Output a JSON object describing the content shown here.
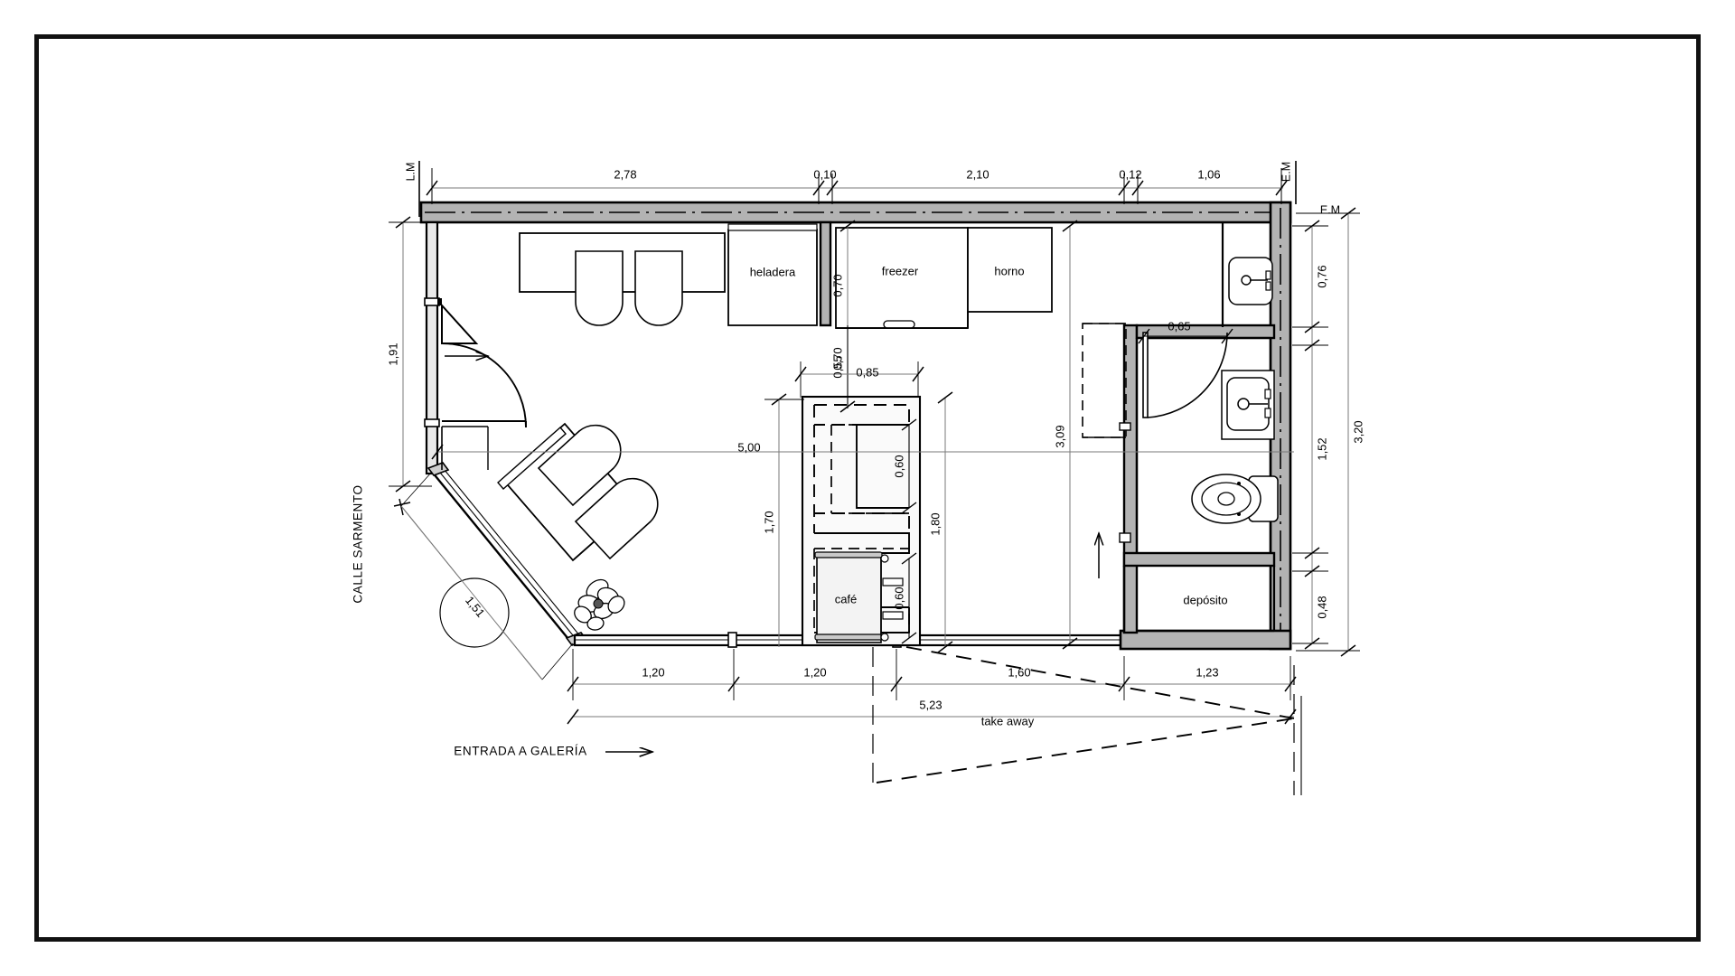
{
  "drawing": {
    "type": "architectural-floor-plan",
    "title": "",
    "street_label": "CALLE SARMENTO",
    "entrance_label": "ENTRADA A GALERÍA",
    "takeaway_label": "take away",
    "line_marks": {
      "left_lm": "L.M",
      "top_right_em": "E.M",
      "right_em": "E.M"
    },
    "rooms": [
      {
        "name": "heladera",
        "label": "heladera"
      },
      {
        "name": "freezer",
        "label": "freezer"
      },
      {
        "name": "horno",
        "label": "horno"
      },
      {
        "name": "cafe",
        "label": "café"
      },
      {
        "name": "deposito",
        "label": "depósito"
      }
    ],
    "dimensions": {
      "top": [
        {
          "name": "top-278",
          "value": "2,78"
        },
        {
          "name": "top-010",
          "value": "0,10"
        },
        {
          "name": "top-210",
          "value": "2,10"
        },
        {
          "name": "top-012",
          "value": "0,12"
        },
        {
          "name": "top-106",
          "value": "1,06"
        }
      ],
      "bottom": [
        {
          "name": "bottom-120-a",
          "value": "1,20"
        },
        {
          "name": "bottom-120-b",
          "value": "1,20"
        },
        {
          "name": "bottom-160",
          "value": "1,60"
        },
        {
          "name": "bottom-123",
          "value": "1,23"
        },
        {
          "name": "bottom-523",
          "value": "5,23"
        }
      ],
      "left": [
        {
          "name": "left-191",
          "value": "1,91"
        },
        {
          "name": "left-151",
          "value": "1,51"
        }
      ],
      "right": [
        {
          "name": "right-076",
          "value": "0,76"
        },
        {
          "name": "right-152",
          "value": "1,52"
        },
        {
          "name": "right-048",
          "value": "0,48"
        },
        {
          "name": "right-320",
          "value": "3,20"
        }
      ],
      "interior": [
        {
          "name": "int-070",
          "value": "0,70"
        },
        {
          "name": "int-055",
          "value": "0,55"
        },
        {
          "name": "int-085",
          "value": "0,85"
        },
        {
          "name": "int-060-upper",
          "value": "0,60"
        },
        {
          "name": "int-060-lower",
          "value": "0,60"
        },
        {
          "name": "int-170",
          "value": "1,70"
        },
        {
          "name": "int-180",
          "value": "1,80"
        },
        {
          "name": "int-500",
          "value": "5,00"
        },
        {
          "name": "int-309",
          "value": "3,09"
        },
        {
          "name": "int-065",
          "value": "0,65"
        }
      ]
    },
    "colors": {
      "line": "#000000",
      "wall_fill": "#b3b3b3",
      "dim_line": "#7a7a7a",
      "paper": "#ffffff",
      "fixture_fill": "#f4f4f4"
    }
  }
}
